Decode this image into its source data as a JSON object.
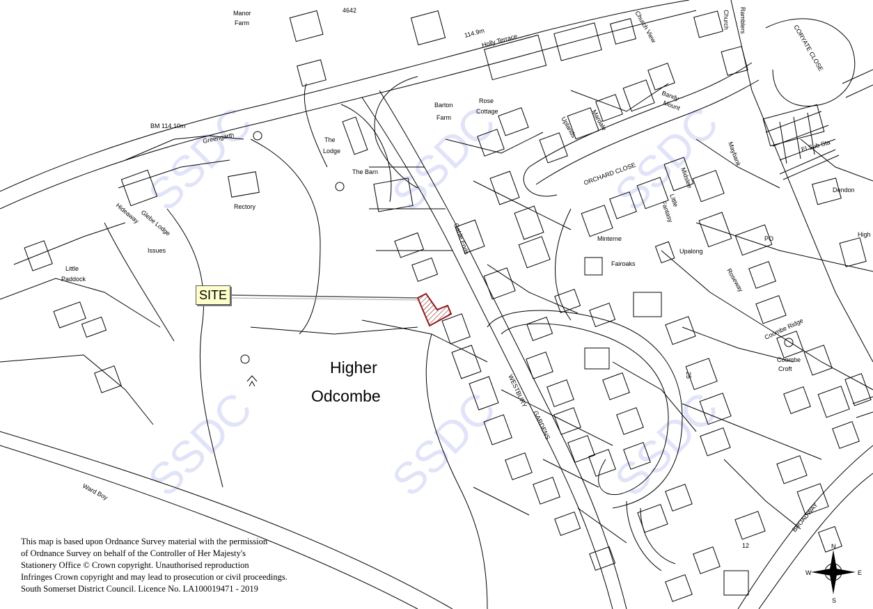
{
  "map": {
    "site_label": "SITE",
    "village_name_line1": "Higher",
    "village_name_line2": "Odcombe",
    "watermark": "SSDC",
    "compass": {
      "n": "N",
      "e": "E",
      "s": "S",
      "w": "W"
    },
    "labels": {
      "manor_farm_1": "Manor",
      "manor_farm_2": "Farm",
      "grid_ref": "4642",
      "spot_height": "114.9m",
      "holly_terrace": "Holly Terrace",
      "church_view": "Church View",
      "church": "Church",
      "ramblers": "Ramblers",
      "coryate_close": "CORYATE CLOSE",
      "barton_farm_1": "Barton",
      "barton_farm_2": "Farm",
      "rose_cottage_1": "Rose",
      "rose_cottage_2": "Cottage",
      "benchmark": "BM 114.10m",
      "greengarth": "Greengarth",
      "the_lodge_1": "The",
      "the_lodge_2": "Lodge",
      "the_barn": "The Barn",
      "rectory": "Rectory",
      "glebe_lodge": "Glebe Lodge",
      "hideaway": "Hideaway",
      "issues": "Issues",
      "little_paddock_1": "Little",
      "little_paddock_2": "Paddock",
      "uplands": "Uplands",
      "beechmount_1": "Bandy",
      "beechmount_2": "Mount",
      "mardale": "Mardale",
      "orchard_close": "ORCHARD CLOSE",
      "el_sub_sta": "El Sub Sta",
      "dendon": "Dendon",
      "high": "High",
      "maybank": "Maybank",
      "midslee": "Midslee",
      "little_fantasy_1": "Little",
      "little_fantasy_2": "Fantasy",
      "minterne": "Minterne",
      "fairoaks": "Fairoaks",
      "upalong": "Upalong",
      "po": "PO",
      "roseway": "Roseway",
      "gable_ends": "Gable Ends",
      "coombe_ridge": "Coombe Ridge",
      "coombe_croft_1": "Coombe",
      "coombe_croft_2": "Croft",
      "westbury_gardens_1": "WESTBURY",
      "westbury_gardens_2": "GARDENS",
      "ward_boy": "Ward Boy",
      "broadway": "BROADWAY",
      "n25": "25",
      "n12": "12"
    }
  },
  "copyright": {
    "line1": "This map is based upon Ordnance Survey material with the permission",
    "line2": "of Ordnance Survey on behalf of the Controller of Her Majesty's",
    "line3": "Stationery Office © Crown copyright. Unauthorised reproduction",
    "line4": "Infringes Crown copyright and may lead to prosecution or civil proceedings.",
    "line5": "South Somerset District Council. Licence No. LA100019471 - 2019"
  },
  "colors": {
    "site_outline": "#8b1a1a",
    "watermark": "#c9cdf4",
    "site_label_bg": "#ffffcc"
  }
}
